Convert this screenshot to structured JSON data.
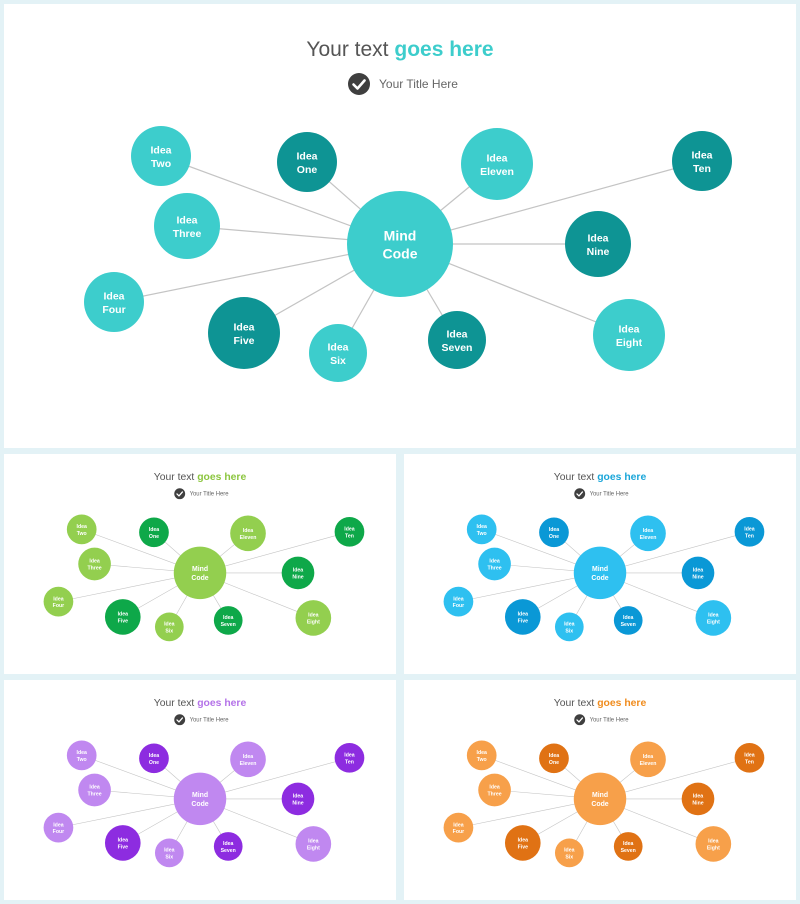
{
  "headline_prefix": "Your text",
  "headline_highlight": "goes here",
  "subtitle": "Your Title Here",
  "icons": {
    "subtitle_icon": "check-circle-icon"
  },
  "center_node": {
    "line1": "Mind",
    "line2": "Code"
  },
  "ideas": [
    {
      "id": "one",
      "line1": "Idea",
      "line2": "One",
      "shade": "dark"
    },
    {
      "id": "two",
      "line1": "Idea",
      "line2": "Two",
      "shade": "light"
    },
    {
      "id": "three",
      "line1": "Idea",
      "line2": "Three",
      "shade": "light"
    },
    {
      "id": "four",
      "line1": "Idea",
      "line2": "Four",
      "shade": "light"
    },
    {
      "id": "five",
      "line1": "Idea",
      "line2": "Five",
      "shade": "dark"
    },
    {
      "id": "six",
      "line1": "Idea",
      "line2": "Six",
      "shade": "light"
    },
    {
      "id": "seven",
      "line1": "Idea",
      "line2": "Seven",
      "shade": "dark"
    },
    {
      "id": "eight",
      "line1": "Idea",
      "line2": "Eight",
      "shade": "light"
    },
    {
      "id": "nine",
      "line1": "Idea",
      "line2": "Nine",
      "shade": "dark"
    },
    {
      "id": "ten",
      "line1": "Idea",
      "line2": "Ten",
      "shade": "dark"
    },
    {
      "id": "eleven",
      "line1": "Idea",
      "line2": "Eleven",
      "shade": "light"
    }
  ],
  "themes": [
    {
      "id": "main",
      "light": "#3dcdcc",
      "dark": "#0e9494",
      "accent": "#3dcdcc"
    },
    {
      "id": "green",
      "light": "#93cf4f",
      "dark": "#0ea849",
      "accent": "#8cc63f"
    },
    {
      "id": "blue",
      "light": "#2ec0f0",
      "dark": "#0a98d6",
      "accent": "#1aa6d9"
    },
    {
      "id": "purple",
      "light": "#c088f0",
      "dark": "#8d2ce0",
      "accent": "#b472e8"
    },
    {
      "id": "orange",
      "light": "#f7a04a",
      "dark": "#e07214",
      "accent": "#f08c1e"
    }
  ],
  "colors": {
    "title_text": "#555555",
    "subtitle_text": "#666666",
    "line": "#c4c4c4",
    "check": "#3f3f3f"
  }
}
